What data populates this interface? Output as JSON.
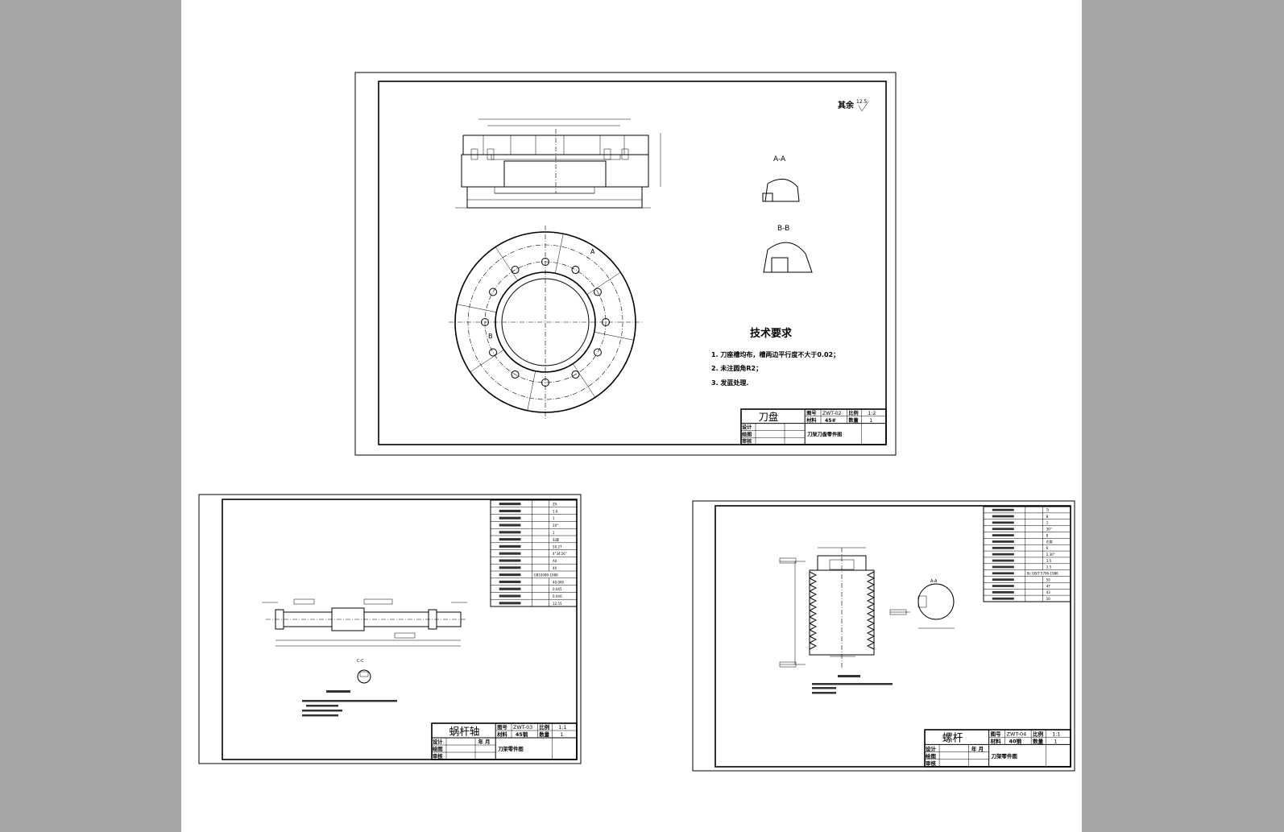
{
  "viewer": {
    "background_color": "#a6a6a6",
    "page_color": "#ffffff"
  },
  "sheet1": {
    "surface_note": "其余",
    "roughness": "12.5",
    "section_a": "A-A",
    "section_b": "B-B",
    "view_label_a": "A",
    "view_label_b": "B",
    "tech_title": "技术要求",
    "tech_items": [
      "1. 刀座槽均布，槽两边平行度不大于0.02；",
      "2. 未注圆角R2；",
      "3. 发蓝处理."
    ],
    "title_block": {
      "part_name": "刀盘",
      "drawing_no_label": "图号",
      "drawing_no": "ZWT-02",
      "scale_label": "比例",
      "scale": "1:2",
      "material_label": "材料",
      "material": "45#",
      "qty_label": "数量",
      "qty": "1",
      "design": "设计",
      "draw": "绘图",
      "review": "审核",
      "drawing_title": "刀架刀盘零件图"
    }
  },
  "sheet2": {
    "section_label": "C-C",
    "param_values": [
      "ZA",
      "1.6",
      "1",
      "20°",
      "1",
      "右旋",
      "50.27",
      "4°34'26\"",
      "A0",
      "40",
      "GB10089-1988",
      "40.060",
      "0.045",
      "0.040",
      "12.55"
    ],
    "title_block": {
      "part_name": "蜗杆轴",
      "drawing_no_label": "图号",
      "drawing_no": "ZWT-03",
      "scale_label": "比例",
      "scale": "1:1",
      "material_label": "材料",
      "material": "45钢",
      "qty_label": "数量",
      "qty": "1",
      "design": "设计",
      "draw": "绘图",
      "review": "审核",
      "year_month": "年 月",
      "drawing_title": "刀架零件图"
    }
  },
  "sheet3": {
    "section_label": "A-A",
    "param_values": [
      "Tr",
      "8",
      "1",
      "30°",
      "8",
      "右旋",
      "6",
      "2.30°",
      "3.5",
      "3.5",
      "8c GB/T 5796-1986",
      "50",
      "47",
      "43",
      "50"
    ],
    "title_block": {
      "part_name": "螺杆",
      "drawing_no_label": "图号",
      "drawing_no": "ZWT-04",
      "scale_label": "比例",
      "scale": "1:1",
      "material_label": "材料",
      "material": "40钢",
      "qty_label": "数量",
      "qty": "1",
      "design": "设计",
      "draw": "绘图",
      "review": "审核",
      "year_month": "年 月",
      "drawing_title": "刀架零件图"
    }
  }
}
